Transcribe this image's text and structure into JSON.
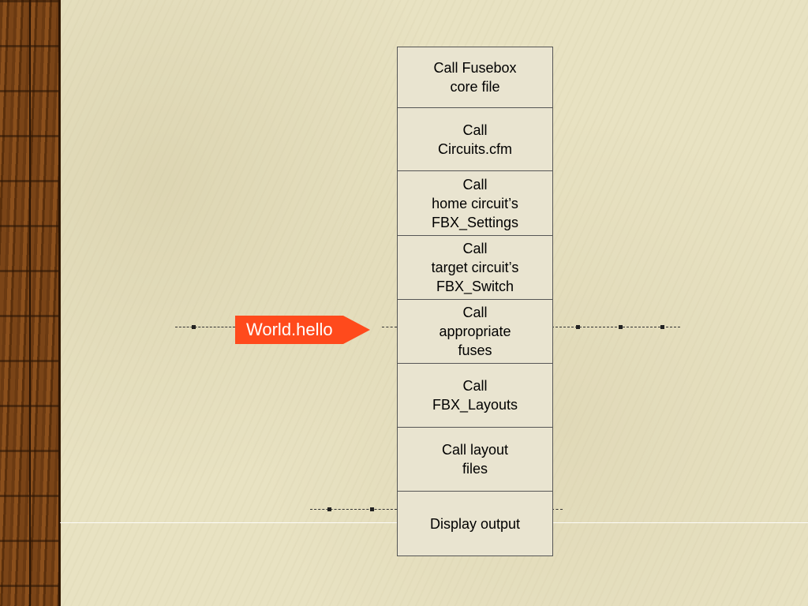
{
  "diagram": {
    "steps": [
      "Call Fusebox\ncore file",
      "Call\nCircuits.cfm",
      "Call\nhome circuit’s\nFBX_Settings",
      "Call\ntarget circuit’s\nFBX_Switch",
      "Call\nappropriate\nfuses",
      "Call\nFBX_Layouts",
      "Call layout\nfiles",
      "Display output"
    ],
    "request_label": "World.hello",
    "colors": {
      "request_tag": "#ff4a1c",
      "box_fill": "#e9e4d0",
      "background": "#e8e2c2"
    }
  }
}
